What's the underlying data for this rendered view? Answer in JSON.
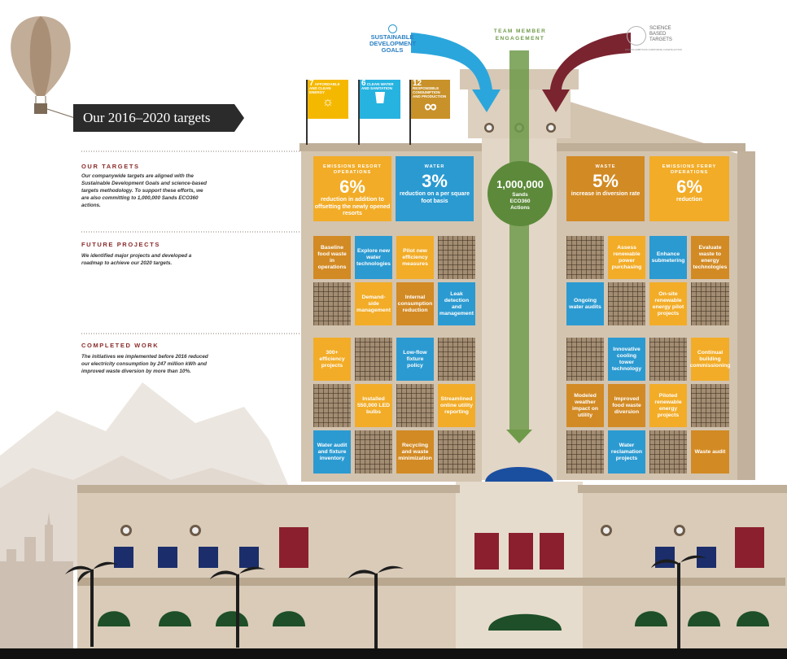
{
  "title": "Our 2016–2020 targets",
  "top": {
    "sdg_logo": "SUSTAINABLE DEVELOPMENT GOALS",
    "team_label": "TEAM MEMBER ENGAGEMENT",
    "sbt_logo": "SCIENCE BASED TARGETS",
    "sbt_tagline": "DRIVING AMBITIOUS CORPORATE CLIMATE ACTION"
  },
  "sdg_flags": [
    {
      "num": "7",
      "text": "AFFORDABLE AND CLEAN ENERGY",
      "color": "#f5b800"
    },
    {
      "num": "6",
      "text": "CLEAN WATER AND SANITATION",
      "color": "#26b3e0"
    },
    {
      "num": "12",
      "text": "RESPONSIBLE CONSUMPTION AND PRODUCTION",
      "color": "#c8912a"
    }
  ],
  "sections": {
    "targets": {
      "title": "OUR TARGETS",
      "body": "Our companywide targets are aligned with the Sustainable Development Goals and science-based targets methodology. To support these efforts, we are also committing to 1,000,000 Sands ECO360 actions."
    },
    "future": {
      "title": "FUTURE PROJECTS",
      "body": "We identified major projects and developed a roadmap to achieve our 2020 targets."
    },
    "completed": {
      "title": "COMPLETED WORK",
      "body": "The initiatives we implemented before 2016 reduced our electricity consumption by 247 million kWh and improved waste diversion by more than 10%."
    }
  },
  "targets": [
    {
      "label": "EMISSIONS RESORT OPERATIONS",
      "pct": "6%",
      "text": "reduction in addition to offsetting the newly opened resorts"
    },
    {
      "label": "WATER",
      "pct": "3%",
      "text": "reduction on a per square foot basis"
    },
    {
      "label": "WASTE",
      "pct": "5%",
      "text": "increase in diversion rate"
    },
    {
      "label": "EMISSIONS FERRY OPERATIONS",
      "pct": "6%",
      "text": "reduction"
    }
  ],
  "center": {
    "number": "1,000,000",
    "text": "Sands ECO360 Actions"
  },
  "left_tiles": {
    "baseline": "Baseline food waste in operations",
    "explore": "Explore new water technologies",
    "pilot": "Pilot new efficiency measures",
    "demand": "Demand-side management",
    "internal": "Internal consumption reduction",
    "leak": "Leak detection and management",
    "efficiency": "300+ efficiency projects",
    "lowflow": "Low-flow fixture policy",
    "led": "Installed 550,000 LED bulbs",
    "streamlined": "Streamlined online utility reporting",
    "wateraudit": "Water audit and fixture inventory",
    "recycling": "Recycling and waste minimization"
  },
  "right_tiles": {
    "assess": "Assess renewable power purchasing",
    "submeter": "Enhance submetering",
    "evaluate": "Evaluate waste to energy technologies",
    "ongoing": "Ongoing water audits",
    "onsite": "On-site renewable energy pilot projects",
    "cooling": "Innovative cooling tower technology",
    "commission": "Continual building commissioning",
    "weather": "Modeled weather impact on utility",
    "foodwaste": "Improved food waste diversion",
    "piloted": "Piloted renewable energy projects",
    "reclamation": "Water reclamation projects",
    "wasteaudit": "Waste audit"
  },
  "colors": {
    "yellow": "#f2ac27",
    "blue": "#2b9ad1",
    "orange": "#d28a24",
    "green": "#5c8a3a",
    "maroon": "#7a2430",
    "building": "#d9cbb8"
  }
}
